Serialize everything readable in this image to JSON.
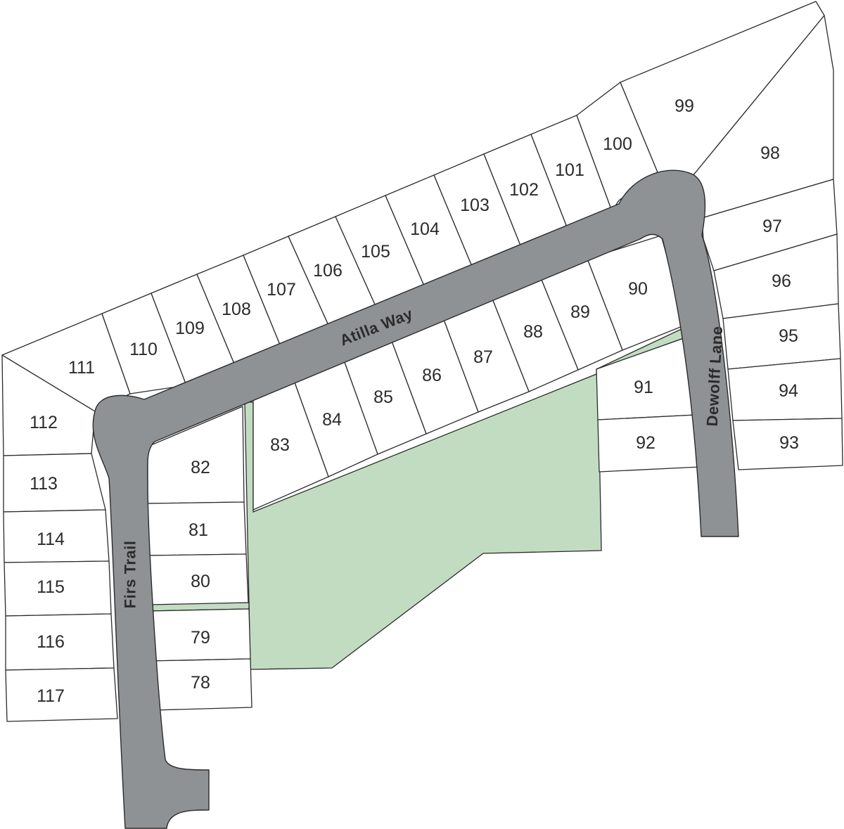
{
  "map": {
    "streets": {
      "atilla": "Atilla Way",
      "dewolff": "Dewolff Lane",
      "firs": "Firs Trail"
    },
    "lots": [
      "78",
      "79",
      "80",
      "81",
      "82",
      "83",
      "84",
      "85",
      "86",
      "87",
      "88",
      "89",
      "90",
      "91",
      "92",
      "93",
      "94",
      "95",
      "96",
      "97",
      "98",
      "99",
      "100",
      "101",
      "102",
      "103",
      "104",
      "105",
      "106",
      "107",
      "108",
      "109",
      "110",
      "111",
      "112",
      "113",
      "114",
      "115",
      "116",
      "117"
    ],
    "colors": {
      "road": "#8e9295",
      "open_space": "#c2dcc2",
      "lot_fill": "#ffffff",
      "outline": "#2b2b2b"
    }
  }
}
